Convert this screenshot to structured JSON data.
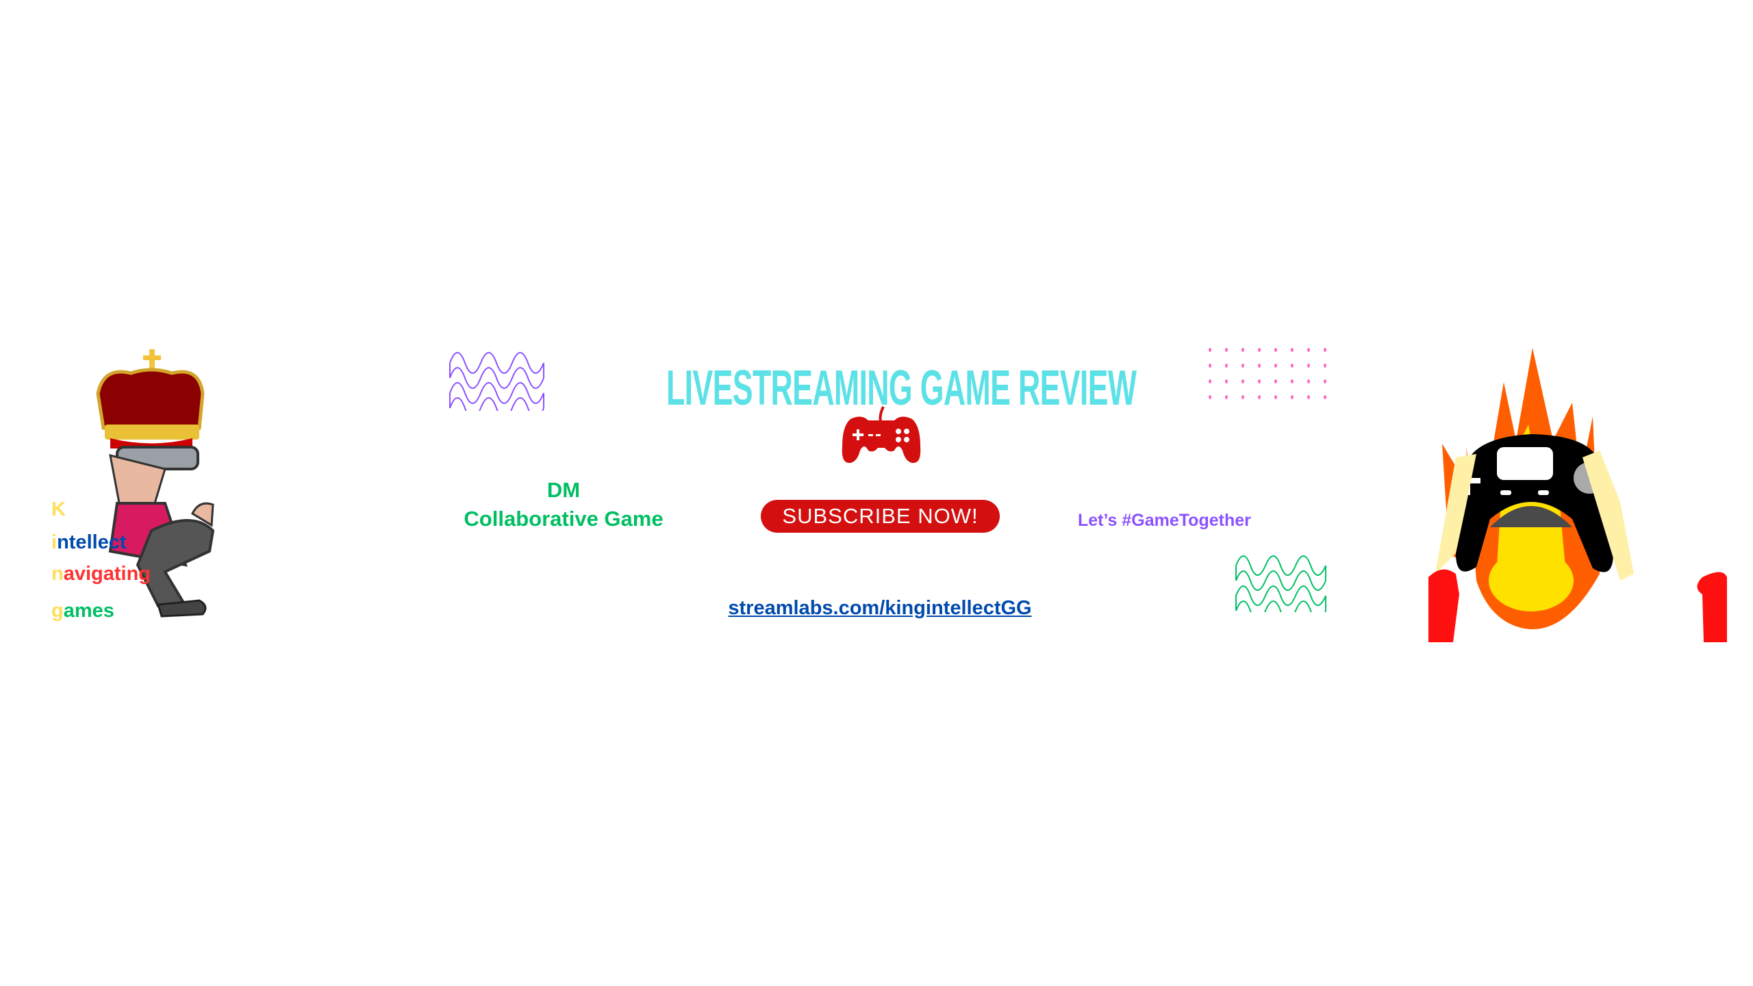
{
  "banner": {
    "title": "LIVESTREAMING GAME REVIEW",
    "subscribe_label": "SUBSCRIBE NOW!",
    "dm_label": "DM",
    "collab_label": "Collaborative Game",
    "link_text": "streamlabs.com/kingintellectGG",
    "hashtag": "Let’s #GameTogether",
    "acronym": [
      {
        "first": "K",
        "rest": "",
        "color": "#ffde59"
      },
      {
        "first": "i",
        "rest": "ntellect",
        "color": "#004aad"
      },
      {
        "first": "n",
        "rest": "avigating",
        "color": "#ff3131"
      },
      {
        "first": "g",
        "rest": "ames",
        "color": "#00bf63"
      }
    ]
  },
  "icons": {
    "left": "king-vr-character-illustration",
    "center": "gamepad-icon",
    "right": "fire-controller-illustration"
  },
  "colors": {
    "title": "#5ce1e6",
    "button": "#d40f0f",
    "green": "#00bf63",
    "link": "#004aad",
    "purple": "#8c52ff",
    "pink": "#ff66c4"
  }
}
